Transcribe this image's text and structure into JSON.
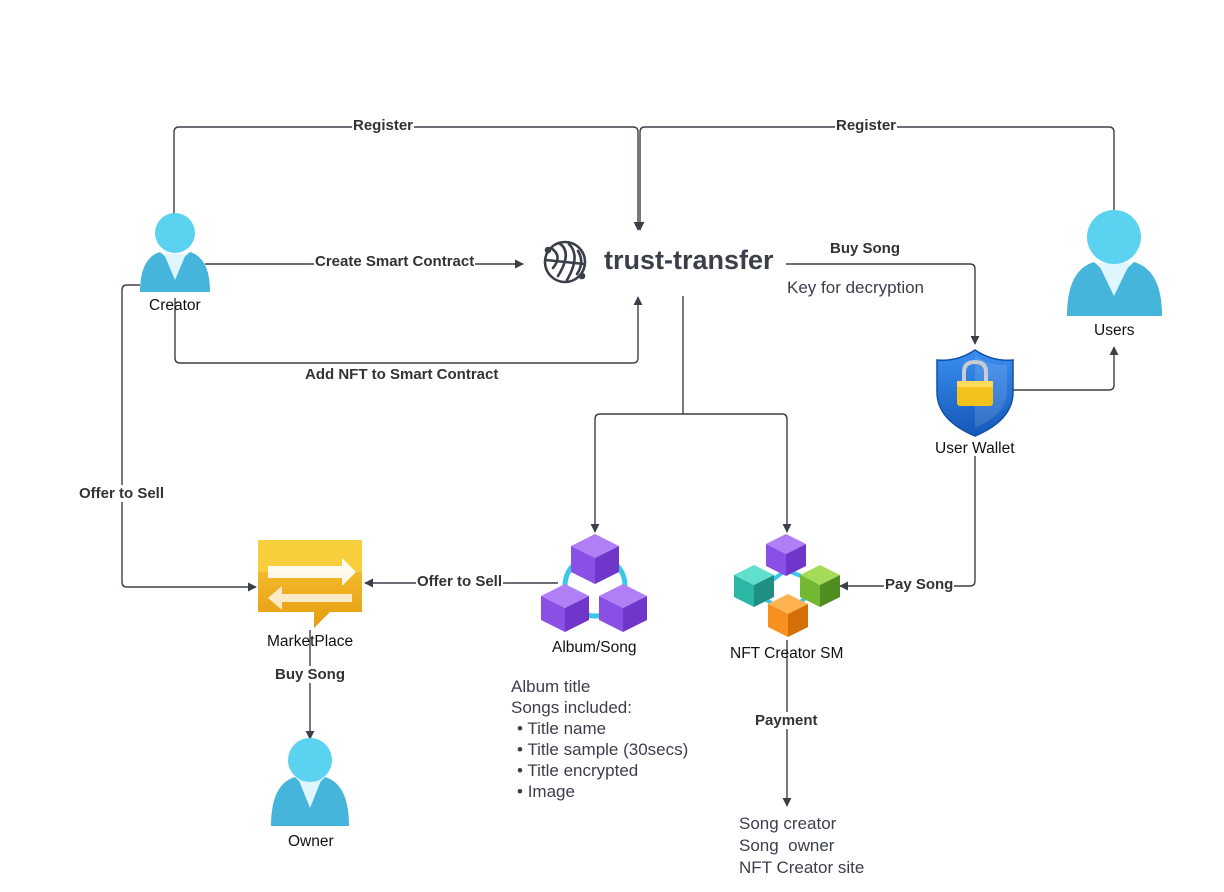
{
  "brand": {
    "name": "trust-transfer",
    "logo_icon": "brain-circuit-icon"
  },
  "nodes": {
    "creator": "Creator",
    "users": "Users",
    "user_wallet": "User Wallet",
    "marketplace": "MarketPlace",
    "album_song": "Album/Song",
    "nft_creator": "NFT Creator SM",
    "owner": "Owner"
  },
  "edges": {
    "register_creator": "Register",
    "register_users": "Register",
    "create_smart_contract": "Create Smart Contract",
    "add_nft": "Add NFT to Smart Contract",
    "buy_song_wallet": "Buy Song",
    "key_decryption": "Key for decryption",
    "offer_to_sell_creator": "Offer to Sell",
    "offer_to_sell_album": "Offer to Sell",
    "pay_song": "Pay Song",
    "buy_song_owner": "Buy Song",
    "payment": "Payment"
  },
  "album_details": {
    "heading1": "Album title",
    "heading2": "Songs included:",
    "items": [
      "Title name",
      "Title sample (30secs)",
      "Title encrypted",
      "Image"
    ]
  },
  "payment_recipients": [
    "Song creator",
    "Song  owner",
    "NFT Creator site"
  ],
  "colors": {
    "line": "#3b4048",
    "person_head": "#5ad2f0",
    "person_body": "#45b5dc",
    "shield": "#1f74d8",
    "lock": "#f5c21b",
    "marketplace": "#f0b41c",
    "cube_purple": "#9a5cf0",
    "cube_teal": "#35c7b4",
    "cube_green": "#79c43a",
    "cube_orange": "#f7901e"
  }
}
